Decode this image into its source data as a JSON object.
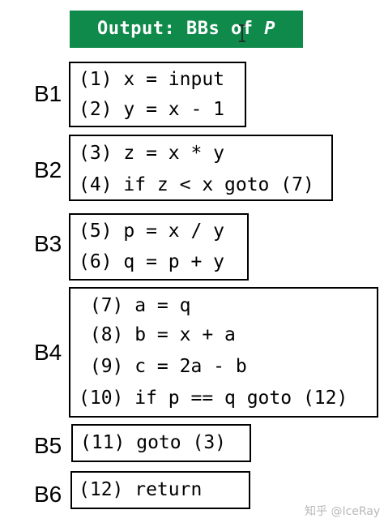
{
  "header": {
    "prefix": "Output: BBs of ",
    "p": "P"
  },
  "blocks": [
    {
      "label": "B1",
      "lines": [
        "(1) x = input",
        "(2) y = x - 1"
      ]
    },
    {
      "label": "B2",
      "lines": [
        "(3) z = x * y",
        "(4) if z < x goto (7)"
      ]
    },
    {
      "label": "B3",
      "lines": [
        "(5) p = x / y",
        "(6) q = p + y"
      ]
    },
    {
      "label": "B4",
      "lines": [
        " (7) a = q",
        " (8) b = x + a",
        " (9) c = 2a - b",
        "(10) if p == q goto (12)"
      ]
    },
    {
      "label": "B5",
      "lines": [
        "(11) goto (3)"
      ]
    },
    {
      "label": "B6",
      "lines": [
        "(12) return"
      ]
    }
  ],
  "watermark": "知乎 @IceRay",
  "colors": {
    "header_bg": "#0f8a4a",
    "header_text": "#ffffff",
    "border": "#000000"
  }
}
